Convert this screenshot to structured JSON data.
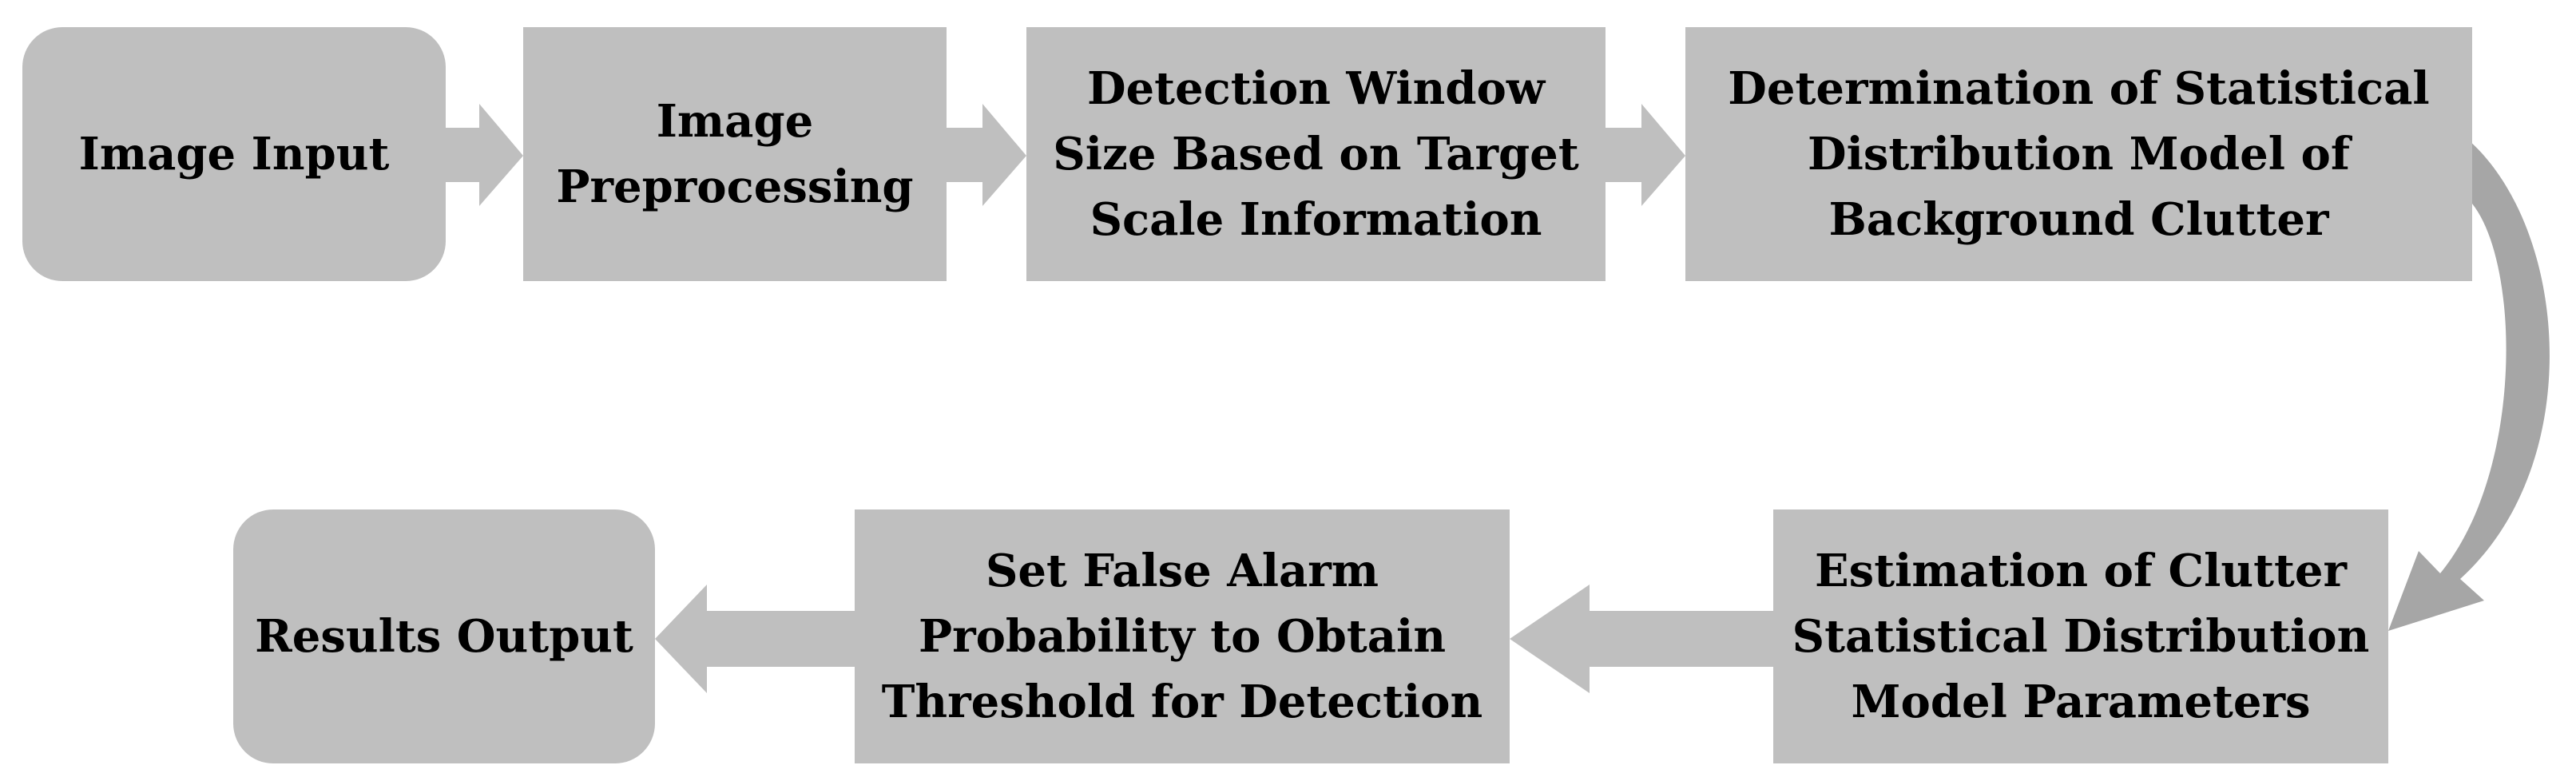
{
  "diagram": {
    "colors": {
      "box_fill": "#bfbfbf",
      "arrow_fill": "#bfbfbf",
      "curved_arrow_fill": "#a6a6a6",
      "text": "#000000",
      "background": "#ffffff"
    },
    "nodes": [
      {
        "id": "image-input",
        "label": "Image Input",
        "shape": "rounded-rectangle"
      },
      {
        "id": "image-preprocessing",
        "label": "Image\nPreprocessing",
        "shape": "rectangle"
      },
      {
        "id": "detection-window-size",
        "label": "Detection Window\nSize Based on Target\nScale Information",
        "shape": "rectangle"
      },
      {
        "id": "statistical-distribution-model",
        "label": "Determination of Statistical\nDistribution Model of\nBackground Clutter",
        "shape": "rectangle"
      },
      {
        "id": "estimation-parameters",
        "label": "Estimation of Clutter\nStatistical Distribution\nModel Parameters",
        "shape": "rectangle"
      },
      {
        "id": "set-false-alarm",
        "label": "Set False Alarm\nProbability to Obtain\nThreshold for Detection",
        "shape": "rectangle"
      },
      {
        "id": "results-output",
        "label": "Results Output",
        "shape": "rounded-rectangle"
      }
    ],
    "edges": [
      {
        "from": "image-input",
        "to": "image-preprocessing"
      },
      {
        "from": "image-preprocessing",
        "to": "detection-window-size"
      },
      {
        "from": "detection-window-size",
        "to": "statistical-distribution-model"
      },
      {
        "from": "statistical-distribution-model",
        "to": "estimation-parameters",
        "style": "curved"
      },
      {
        "from": "estimation-parameters",
        "to": "set-false-alarm"
      },
      {
        "from": "set-false-alarm",
        "to": "results-output"
      }
    ]
  }
}
